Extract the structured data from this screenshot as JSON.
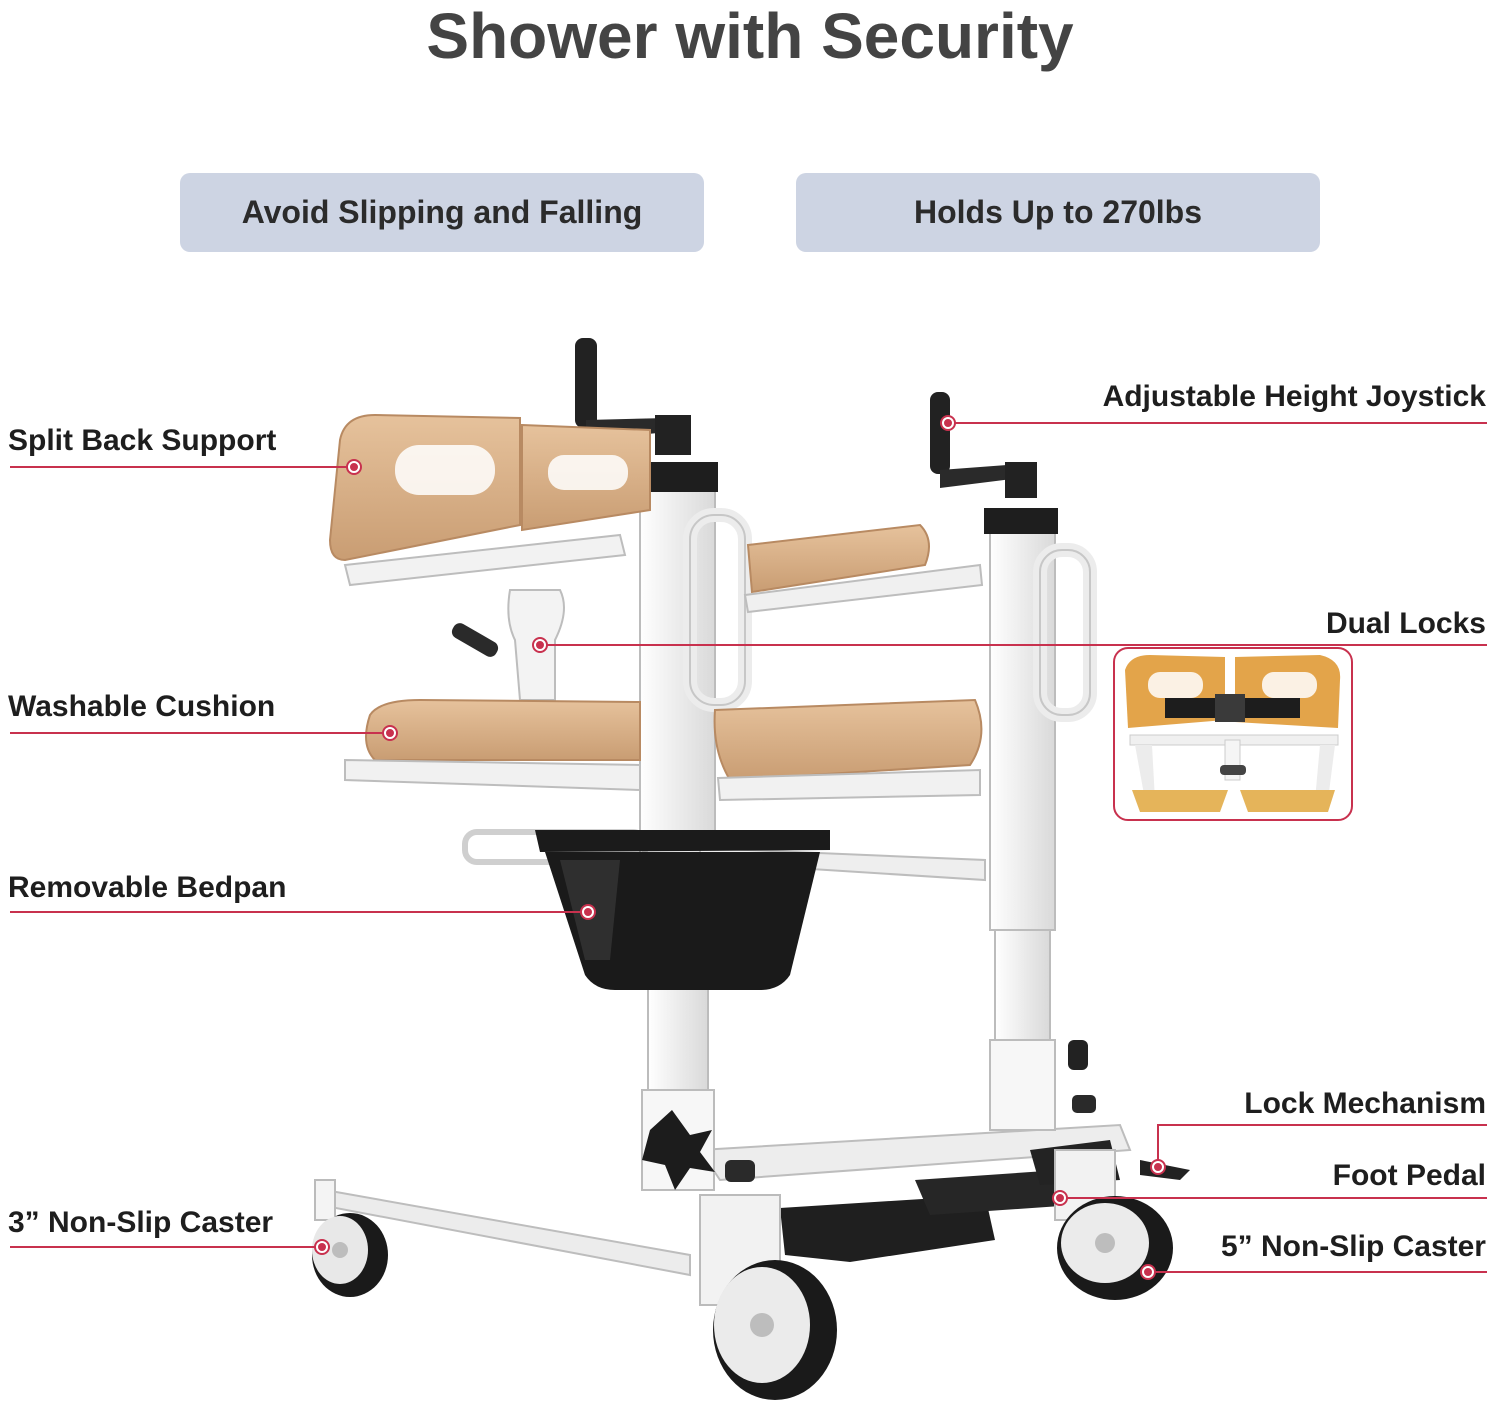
{
  "title": "Shower with Security",
  "badges": [
    {
      "label": "Avoid Slipping and Falling"
    },
    {
      "label": "Holds Up to 270lbs"
    }
  ],
  "callouts": {
    "split_back_support": "Split Back Support",
    "washable_cushion": "Washable Cushion",
    "removable_bedpan": "Removable Bedpan",
    "non_slip_caster_3": "3” Non-Slip Caster",
    "adjustable_height_joystick": "Adjustable Height Joystick",
    "dual_locks": "Dual Locks",
    "lock_mechanism": "Lock Mechanism",
    "foot_pedal": "Foot Pedal",
    "non_slip_caster_5": "5” Non-Slip Caster"
  },
  "colors": {
    "accent": "#c8314e",
    "cushion": "#dcb48c",
    "frame": "#f4f4f4",
    "badge_bg": "#cdd4e3",
    "title": "#444444"
  },
  "icons": [
    "lift-chair-illustration",
    "dual-locks-inset-photo",
    "callout-dot"
  ]
}
